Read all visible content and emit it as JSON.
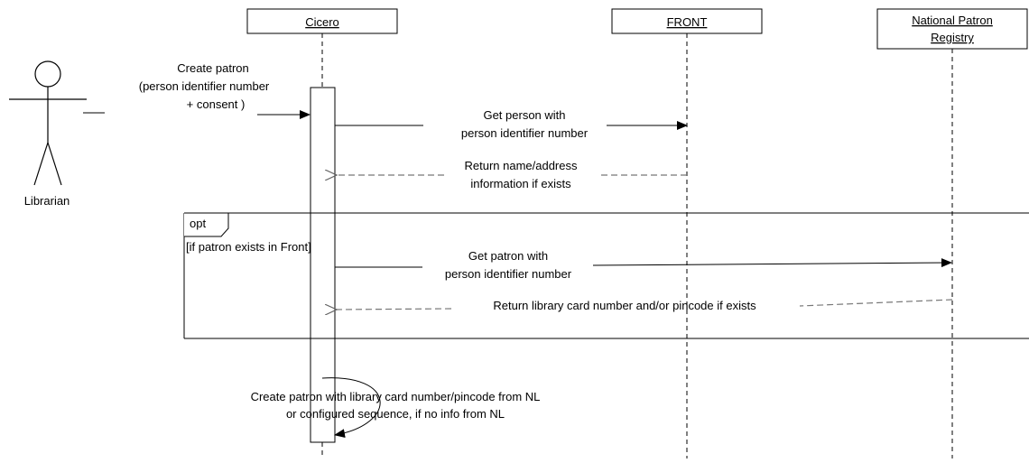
{
  "participants": {
    "cicero": "Cicero",
    "front": "FRONT",
    "npr_line1": "National Patron",
    "npr_line2": "Registry"
  },
  "actor": {
    "label": "Librarian"
  },
  "messages": {
    "create_patron": [
      "Create patron",
      "(person identifier number",
      "+ consent )"
    ],
    "get_person": [
      "Get person with",
      "person identifier number"
    ],
    "return_name": [
      "Return name/address",
      "information if exists"
    ],
    "get_patron": [
      "Get patron with",
      "person identifier number"
    ],
    "return_card": "Return library card number and/or pincode if exists",
    "self_create": [
      "Create patron with library card number/pincode from NL",
      "or configured sequence, if no info from NL"
    ]
  },
  "fragment": {
    "operator": "opt",
    "guard": "[if patron exists in Front]"
  },
  "colors": {
    "line": "#000000",
    "dashed": "#777777"
  }
}
